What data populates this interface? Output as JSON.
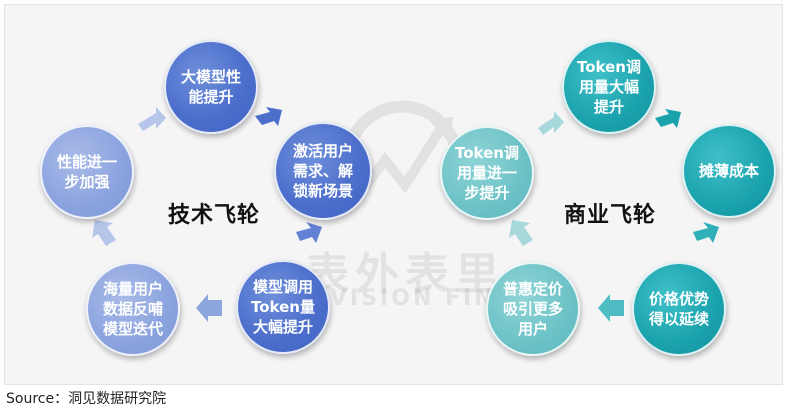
{
  "title_left": "技术飞轮",
  "title_right": "商业飞轮",
  "source": "Source：洞见数据研究院",
  "watermark": {
    "cn": "表外表里",
    "en": "VISION FINANCE"
  },
  "left_nodes": [
    "大模型性\n能提升",
    "激活用户\n需求、解\n锁新场景",
    "模型调用\nToken量\n大幅提升",
    "海量用户\n数据反哺\n模型迭代",
    "性能进一\n步加强"
  ],
  "right_nodes": [
    "Token调\n用量大幅\n提升",
    "摊薄成本",
    "价格优势\n得以延续",
    "普惠定价\n吸引更多\n用户",
    "Token调\n用量进一\n步提升"
  ],
  "colors": {
    "blue_dark": "#4d6fcc",
    "blue_light": "#8aa2de",
    "teal_dark": "#1aa2ad",
    "teal_light": "#6cc2c6",
    "arrow_blue": "#8ea6de",
    "arrow_teal": "#7cc6cc"
  }
}
